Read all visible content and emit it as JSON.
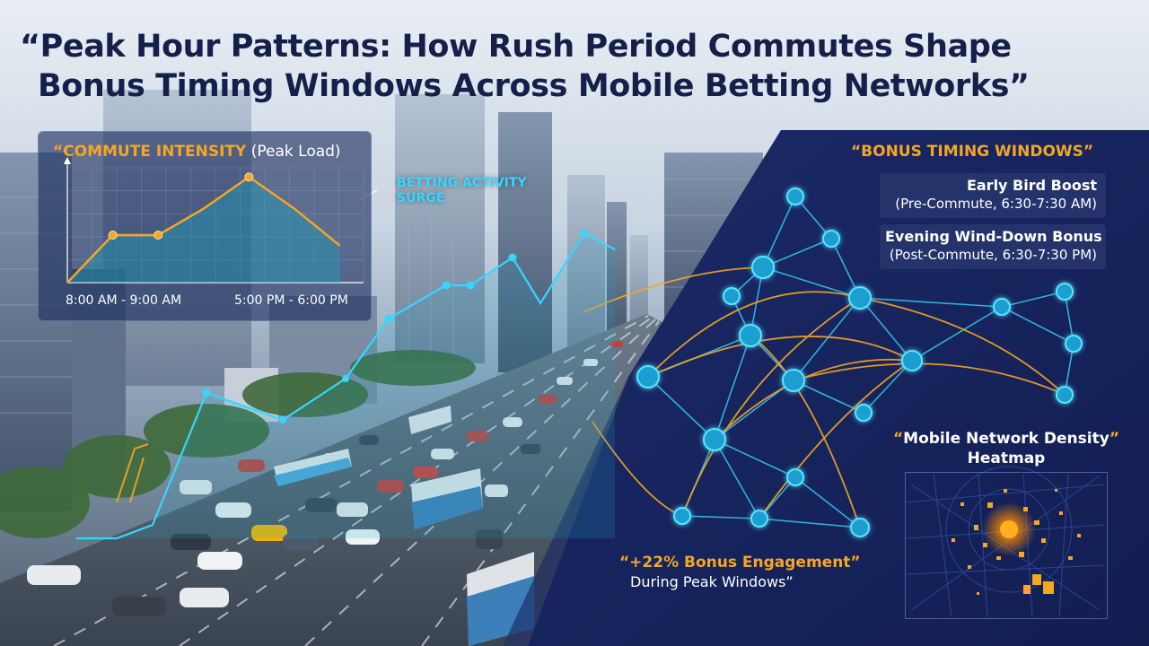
{
  "title": {
    "line1": "“Peak Hour Patterns: How Rush Period Commutes Shape",
    "line2": "Bonus Timing Windows Across Mobile Betting Networks”"
  },
  "chart_panel": {
    "title_highlight": "“COMMUTE INTENSITY",
    "title_rest": " (Peak Load)"
  },
  "chart_data": {
    "type": "line",
    "title": "“COMMUTE INTENSITY (Peak Load)",
    "xlabel": "",
    "ylabel": "",
    "tick_labels": [
      "8:00 AM - 9:00 AM",
      "5:00 PM - 6:00 PM"
    ],
    "series": [
      {
        "values": [
          0.0,
          0.45,
          0.45,
          0.7,
          1.0,
          0.7,
          0.35
        ]
      }
    ],
    "grid": true,
    "colors": {
      "line": "#f5a623",
      "fill": "#1f9bb5"
    }
  },
  "surge_label": "BETTING ACTIVITY SURGE",
  "bonus": {
    "title": "“BONUS TIMING WINDOWS”",
    "windows": [
      {
        "name": "Early Bird Boost",
        "detail": "(Pre-Commute, 6:30-7:30 AM)"
      },
      {
        "name": "Evening Wind-Down Bonus",
        "detail": "(Post-Commute, 6:30-7:30 PM)"
      }
    ]
  },
  "density": {
    "title_open": "“",
    "title_text": "Mobile Network Density",
    "title_close": "”",
    "title_line2": "Heatmap"
  },
  "engagement": {
    "highlight": "“+22% Bonus Engagement”",
    "subtext": "During Peak Windows”"
  },
  "colors": {
    "title": "#14204a",
    "accent_orange": "#f5a623",
    "accent_cyan": "#36d6ff",
    "panel_navy": "#16245e"
  }
}
